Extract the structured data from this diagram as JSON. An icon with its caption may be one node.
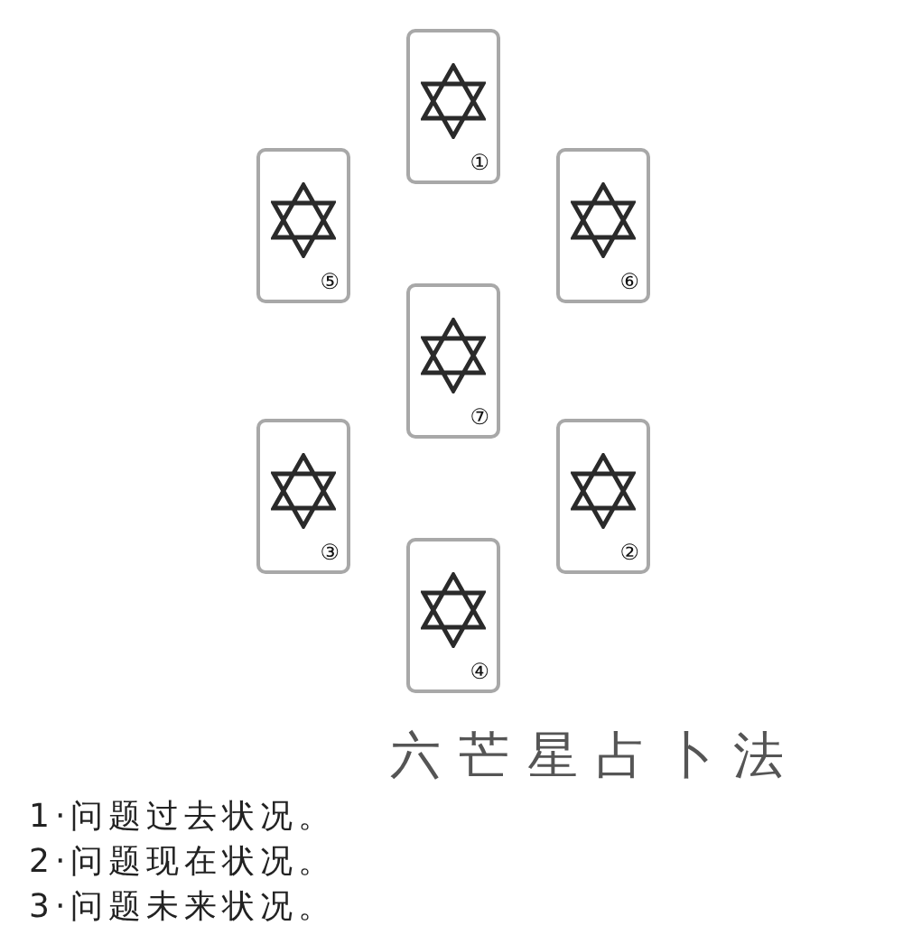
{
  "diagram": {
    "title": "六芒星占卜法",
    "nodes": [
      {
        "text": [
          "①"
        ]
      },
      {
        "text": [
          "⑤"
        ]
      },
      {
        "text": [
          "⑥"
        ]
      },
      {
        "text": [
          "⑦"
        ]
      },
      {
        "text": [
          "③"
        ]
      },
      {
        "text": [
          "②"
        ]
      },
      {
        "text": [
          "④"
        ]
      }
    ],
    "labels": [
      "1·问题过去状况。",
      "2·问题现在状况。",
      "3·问题未来状况。"
    ]
  }
}
